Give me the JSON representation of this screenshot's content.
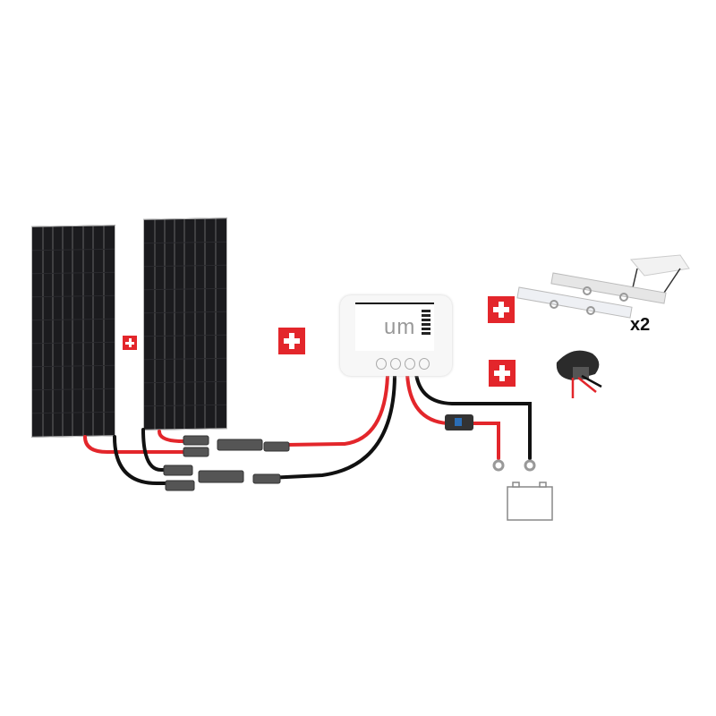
{
  "product": {
    "components": [
      {
        "id": "solar-panel-1",
        "label": "Solar panel"
      },
      {
        "id": "solar-panel-2",
        "label": "Solar panel"
      },
      {
        "id": "charge-controller",
        "label": "um"
      },
      {
        "id": "mounting-brackets",
        "label": "Mounting brackets",
        "quantity": "x2"
      },
      {
        "id": "cable-gland",
        "label": "Roof cable entry"
      },
      {
        "id": "fuse-holder",
        "label": "Inline fuse"
      },
      {
        "id": "battery",
        "label": "Battery"
      }
    ],
    "controller_logo": "um",
    "bracket_quantity": "x2",
    "colors": {
      "plus_badge": "#e3262b",
      "positive_cable": "#e3262b",
      "negative_cable": "#111111",
      "panel": "#1b1b1e"
    }
  }
}
